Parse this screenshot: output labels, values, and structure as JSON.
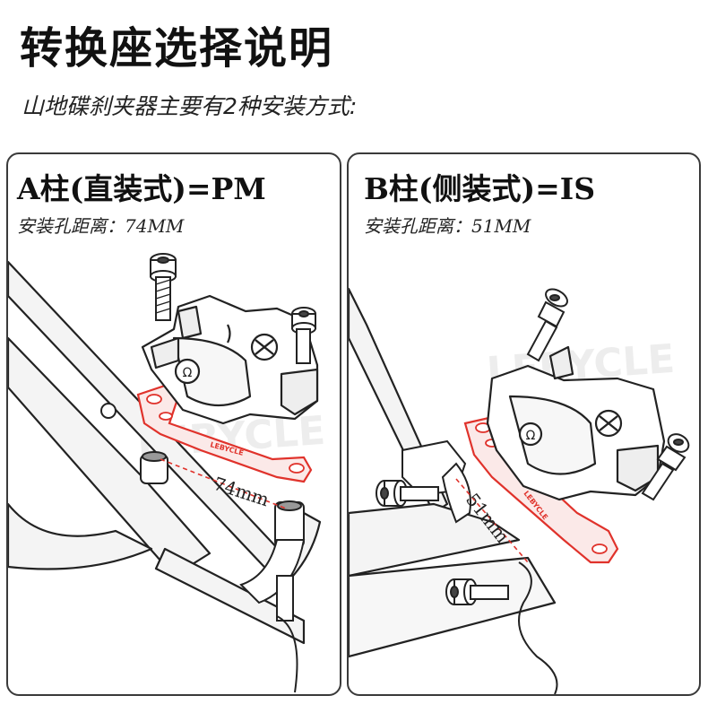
{
  "title": "转换座选择说明",
  "subtitle": "山地碟刹夹器主要有2种安装方式:",
  "panels": [
    {
      "heading": "A柱(直装式)=PM",
      "note": "安装孔距离：74MM",
      "dimension_label": "74mm",
      "adapter_text": "LEBYCLE",
      "caliper_logo": "Ω",
      "watermark": "LEBYCLE"
    },
    {
      "heading": "B柱(侧装式)=IS",
      "note": "安装孔距离：51MM",
      "dimension_label": "51mm",
      "adapter_text": "LEBYCLE",
      "caliper_logo": "Ω",
      "watermark": "LEBYCLE"
    }
  ],
  "colors": {
    "adapter": "#e0322b",
    "line": "#222222",
    "frame_fill": "#f2f2f2",
    "watermark": "#ececec"
  }
}
